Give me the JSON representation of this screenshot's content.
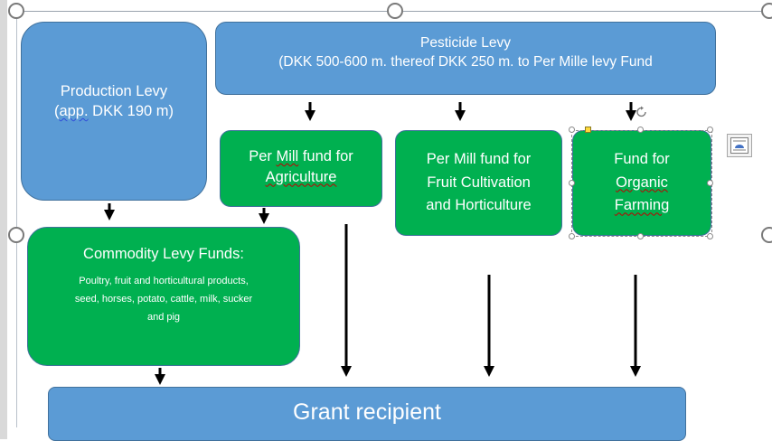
{
  "diagram": {
    "pesticide_levy": {
      "line1": "Pesticide Levy",
      "line2": "(DKK 500-600 m. thereof DKK 250 m. to Per Mille levy Fund"
    },
    "production_levy": {
      "line1": "Production Levy",
      "line2_a": "(",
      "line2_b": "app.",
      "line2_c": " DKK 190  m)"
    },
    "agri_fund": {
      "line1_a": "Per ",
      "line1_b": "Mill",
      "line1_c": " fund for",
      "line2": "Agriculture"
    },
    "fruit_fund": {
      "line1": "Per Mill fund for",
      "line2": "Fruit Cultivation",
      "line3": "and Horticulture"
    },
    "organic_fund": {
      "line1": "Fund for",
      "line2": "Organic",
      "line3": "Farming"
    },
    "commodity": {
      "title": "Commodity Levy Funds:",
      "line1": "Poultry, fruit and horticultural products,",
      "line2": "seed, horses, potato, cattle, milk, sucker",
      "line3": "and pig"
    },
    "grant": {
      "label": "Grant recipient"
    }
  },
  "colors": {
    "blue_box": "#5b9bd5",
    "green_box": "#00b050",
    "border": "#41719c",
    "arrow": "#000000"
  },
  "icons": {
    "layout_options": "layout-options-icon",
    "rotate_handle": "rotate-handle-icon"
  }
}
